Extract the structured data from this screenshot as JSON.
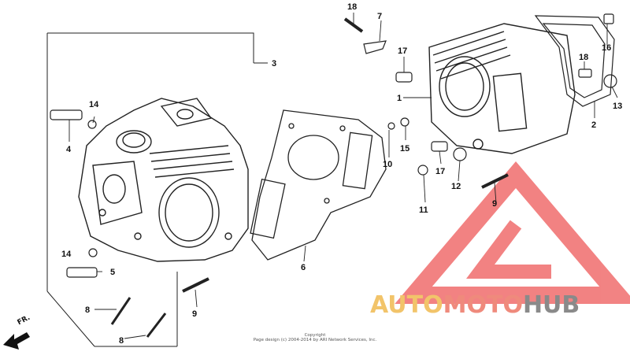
{
  "callouts": {
    "c1": "1",
    "c2": "2",
    "c3": "3",
    "c4": "4",
    "c5": "5",
    "c6": "6",
    "c7": "7",
    "c8a": "8",
    "c8b": "8",
    "c9a": "9",
    "c9b": "9",
    "c10": "10",
    "c11": "11",
    "c12": "12",
    "c13": "13",
    "c14a": "14",
    "c14b": "14",
    "c15": "15",
    "c16": "16",
    "c17a": "17",
    "c17b": "17",
    "c18a": "18",
    "c18b": "18"
  },
  "direction_label": "FR.",
  "copyright": {
    "line1": "Copyright",
    "line2": "Page design (c) 2004-2014 by ARI Network Services, Inc."
  },
  "watermark": {
    "part1": "AUTO",
    "part2": "MOTO",
    "part3": "HUB",
    "colors": {
      "auto": "#f2c46a",
      "moto": "#ef8a7c",
      "hub": "#8a8a8a",
      "logo": "#f06d6d"
    }
  }
}
